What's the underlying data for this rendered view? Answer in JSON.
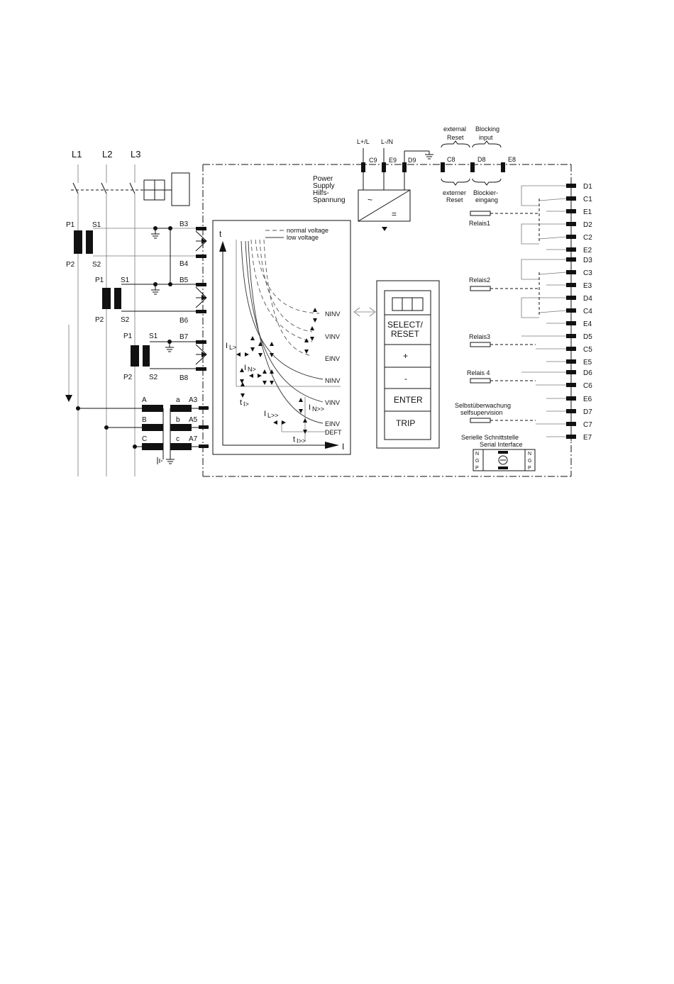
{
  "phases": [
    "L1",
    "L2",
    "L3"
  ],
  "ct": {
    "p1": "P1",
    "s1": "S1",
    "p2": "P2",
    "s2": "S2"
  },
  "terminals_b": [
    "B3",
    "B4",
    "B5",
    "B6",
    "B7",
    "B8"
  ],
  "earth_ct": {
    "primary": [
      "A",
      "B",
      "C"
    ],
    "secondary": [
      "a",
      "b",
      "c"
    ],
    "terminals": [
      "A3",
      "A5",
      "A7"
    ]
  },
  "power": {
    "lplus": "L+/L",
    "lminus": "L-/N",
    "t_c9": "C9",
    "t_e9": "E9",
    "t_d9": "D9",
    "label": [
      "Power",
      "Supply",
      "Hilfs-",
      "Spannung"
    ],
    "ac_symbol": "~",
    "dc_symbol": "="
  },
  "reset_block": {
    "external_reset": [
      "external",
      "Reset"
    ],
    "blocking_input": [
      "Blocking",
      "input"
    ],
    "t_c8": "C8",
    "t_d8": "D8",
    "t_e8": "E8",
    "externer_reset": [
      "externer",
      "Reset"
    ],
    "blockier_eingang": [
      "Blockier-",
      "eingang"
    ]
  },
  "char_panel": {
    "t_axis": "t",
    "i_axis": "I",
    "legend": [
      "normal voltage",
      "low voltage"
    ],
    "curve_labels": [
      "NINV",
      "VINV",
      "EINV",
      "NINV",
      "VINV",
      "EINV",
      "DEFT"
    ],
    "settings": {
      "il_gt_base": "I",
      "il_gt_sub": "L>",
      "in_gt_base": "I",
      "in_gt_sub": "N>",
      "ti_gt_base": "t",
      "ti_gt_sub": "I>",
      "il_gg_base": "I",
      "il_gg_sub": "L>>",
      "in_gg_base": "I",
      "in_gg_sub": "N>>",
      "ti_gg_base": "t",
      "ti_gg_sub": "I>>"
    }
  },
  "keypad": {
    "select": [
      "SELECT/",
      "RESET"
    ],
    "plus": "+",
    "minus": "-",
    "enter": "ENTER",
    "trip": "TRIP"
  },
  "relays": {
    "terminals": [
      "D1",
      "C1",
      "E1",
      "D2",
      "C2",
      "E2",
      "D3",
      "C3",
      "E3",
      "D4",
      "C4",
      "E4",
      "D5",
      "C5",
      "E5",
      "D6",
      "C6",
      "E6",
      "D7",
      "C7",
      "E7"
    ],
    "relais1": "Relais1",
    "relais2": "Relais2",
    "relais3": "Relais3",
    "relais4": "Relais 4",
    "selfsup": [
      "Selbstüberwachung",
      "selfsupervision"
    ]
  },
  "serial": {
    "title": [
      "Serielle Schnittstelle",
      "Serial Interface"
    ],
    "pins_left": [
      "N",
      "G",
      "P"
    ],
    "pins_right": [
      "N",
      "G",
      "P"
    ]
  }
}
